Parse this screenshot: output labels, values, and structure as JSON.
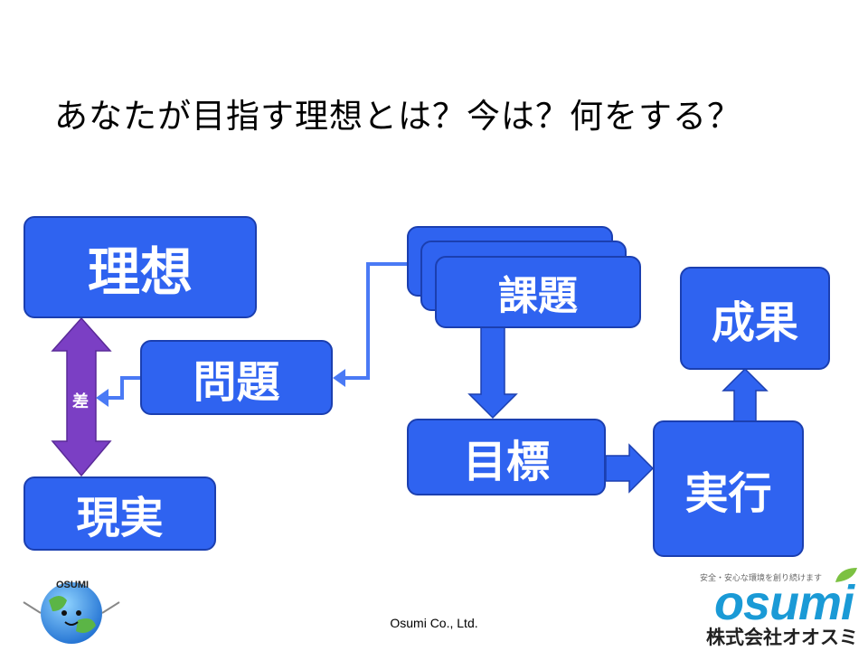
{
  "slide": {
    "title": "あなたが目指す理想とは？今は？何をする？",
    "footer": "Osumi Co., Ltd."
  },
  "diagram": {
    "ideal": "理想",
    "reality": "現実",
    "problem": "問題",
    "issue": "課題",
    "goal": "目標",
    "execution": "実行",
    "result": "成果",
    "difference": "差"
  },
  "logos": {
    "globe_text": "OSUMI",
    "tagline": "安全・安心な環境を創り続けます",
    "wordmark": "osumi",
    "company": "株式会社オオスミ"
  },
  "colors": {
    "box": "#2f63f0",
    "arrow": "#2f63f0",
    "diff_arrow": "#7b3fc4",
    "logo_blue": "#1a9ad6"
  }
}
